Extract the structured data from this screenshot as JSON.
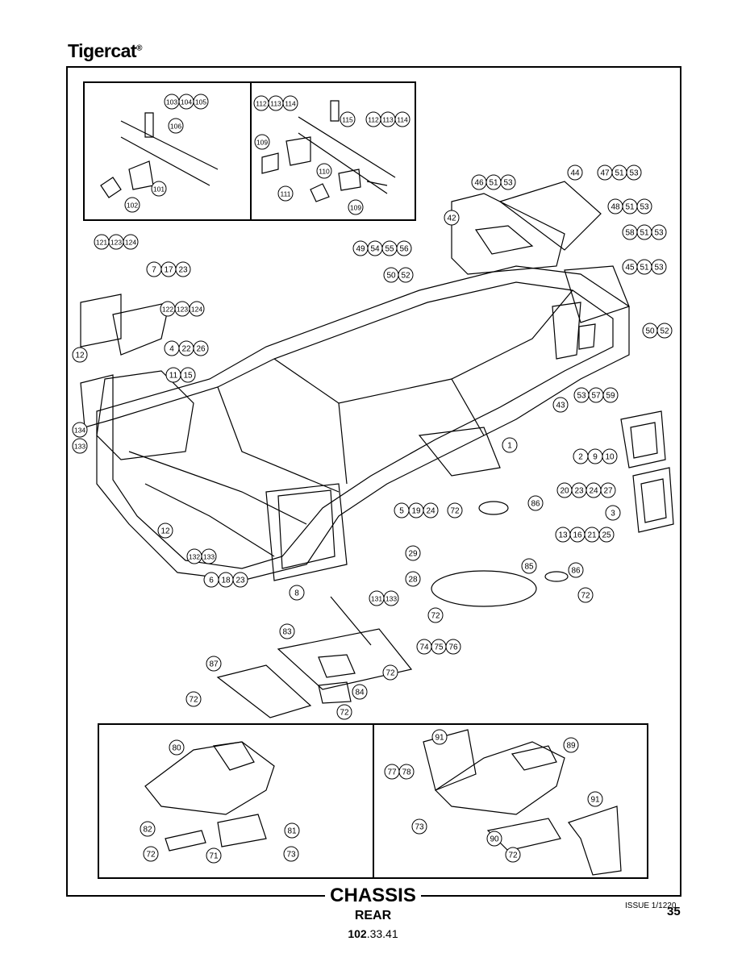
{
  "brand": "Tigercat",
  "brand_mark": "®",
  "title": "CHASSIS",
  "subtitle": "REAR",
  "code_bold": "102",
  "code_rest": ".33.41",
  "issue": "ISSUE 1/1220",
  "page": "35",
  "callouts": [
    [
      "103",
      "104",
      "105"
    ],
    [
      "106"
    ],
    [
      "101"
    ],
    [
      "102"
    ],
    [
      "112",
      "113",
      "114"
    ],
    [
      "115"
    ],
    [
      "112",
      "113",
      "114"
    ],
    [
      "109"
    ],
    [
      "110"
    ],
    [
      "111"
    ],
    [
      "109"
    ],
    [
      "121",
      "123",
      "124"
    ],
    [
      "7",
      "17",
      "23"
    ],
    [
      "122",
      "123",
      "124"
    ],
    [
      "12"
    ],
    [
      "4",
      "22",
      "26"
    ],
    [
      "11",
      "15"
    ],
    [
      "134"
    ],
    [
      "133"
    ],
    [
      "12"
    ],
    [
      "132",
      "133"
    ],
    [
      "6",
      "18",
      "23"
    ],
    [
      "8"
    ],
    [
      "46",
      "51",
      "53"
    ],
    [
      "44"
    ],
    [
      "47",
      "51",
      "53"
    ],
    [
      "42"
    ],
    [
      "48",
      "51",
      "53"
    ],
    [
      "58",
      "51",
      "53"
    ],
    [
      "49",
      "54",
      "55",
      "56"
    ],
    [
      "50",
      "52"
    ],
    [
      "45",
      "51",
      "53"
    ],
    [
      "50",
      "52"
    ],
    [
      "43"
    ],
    [
      "53",
      "57",
      "59"
    ],
    [
      "1"
    ],
    [
      "2",
      "9",
      "10"
    ],
    [
      "20",
      "23",
      "24",
      "27"
    ],
    [
      "3"
    ],
    [
      "13",
      "16",
      "21",
      "25"
    ],
    [
      "5",
      "19",
      "24"
    ],
    [
      "72"
    ],
    [
      "86"
    ],
    [
      "29"
    ],
    [
      "28"
    ],
    [
      "131",
      "133"
    ],
    [
      "85"
    ],
    [
      "86"
    ],
    [
      "72"
    ],
    [
      "72"
    ],
    [
      "83"
    ],
    [
      "74",
      "75",
      "76"
    ],
    [
      "87"
    ],
    [
      "72"
    ],
    [
      "84"
    ],
    [
      "72"
    ],
    [
      "72"
    ],
    [
      "80"
    ],
    [
      "82"
    ],
    [
      "72"
    ],
    [
      "71"
    ],
    [
      "81"
    ],
    [
      "73"
    ],
    [
      "91"
    ],
    [
      "89"
    ],
    [
      "77",
      "78"
    ],
    [
      "91"
    ],
    [
      "73"
    ],
    [
      "90"
    ],
    [
      "72"
    ]
  ]
}
